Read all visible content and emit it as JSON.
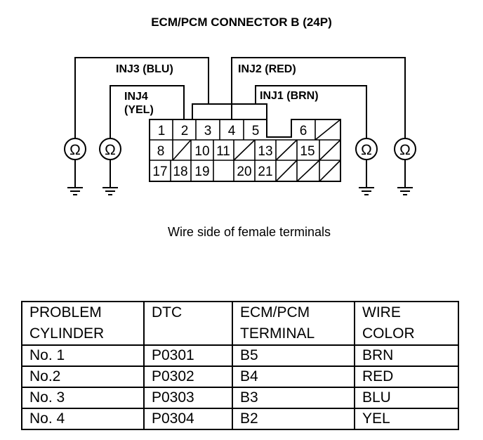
{
  "title": "ECM/PCM CONNECTOR B (24P)",
  "caption": "Wire side of female terminals",
  "wires": {
    "inj1": "INJ1 (BRN)",
    "inj2": "INJ2 (RED)",
    "inj3": "INJ3 (BLU)",
    "inj4_line1": "INJ4",
    "inj4_line2": "(YEL)"
  },
  "ohm_symbol": "Ω",
  "connector_pins": [
    "1",
    "2",
    "3",
    "4",
    "5",
    "6",
    "8",
    "10",
    "11",
    "13",
    "15",
    "17",
    "18",
    "19",
    "20",
    "21"
  ],
  "table": {
    "headers": [
      [
        "PROBLEM",
        "CYLINDER"
      ],
      [
        "DTC",
        ""
      ],
      [
        "ECM/PCM",
        "TERMINAL"
      ],
      [
        "WIRE",
        "COLOR"
      ]
    ],
    "rows": [
      [
        "No. 1",
        "P0301",
        "B5",
        "BRN"
      ],
      [
        "No.2",
        "P0302",
        "B4",
        "RED"
      ],
      [
        "No. 3",
        "P0303",
        "B3",
        "BLU"
      ],
      [
        "No. 4",
        "P0304",
        "B2",
        "YEL"
      ]
    ]
  }
}
